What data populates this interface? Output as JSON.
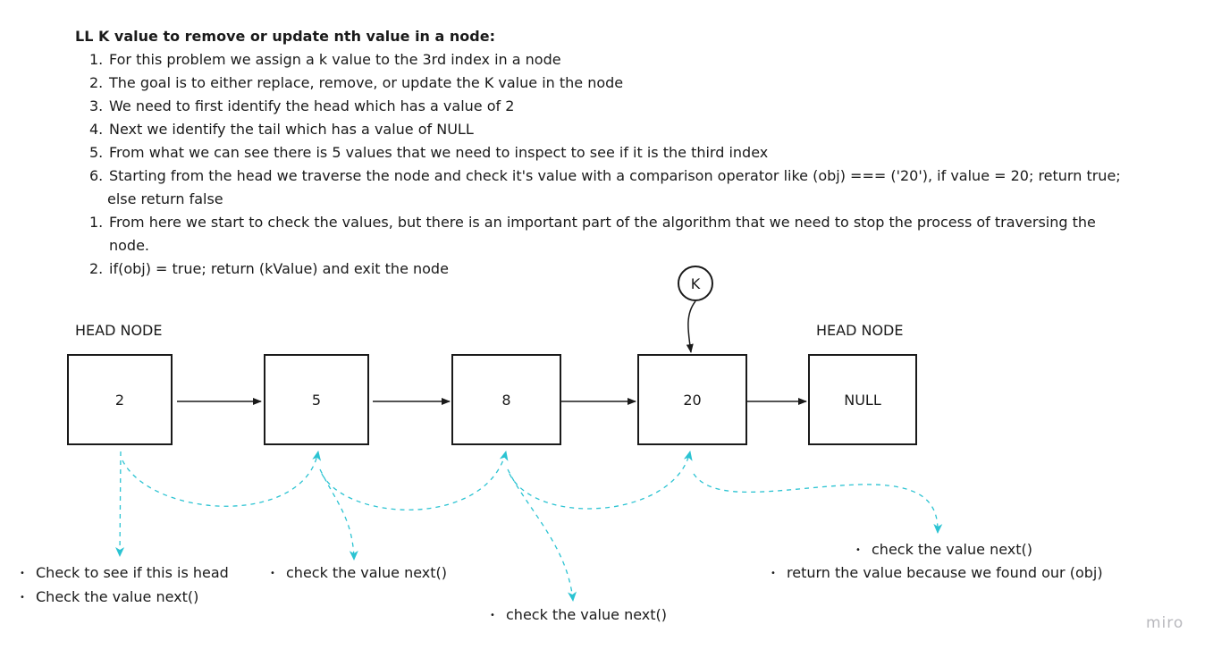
{
  "title": "LL K value to remove or update nth value in a node:",
  "steps": [
    {
      "num": "1.",
      "text": "For this problem we assign a k value to the 3rd index in a node"
    },
    {
      "num": "2.",
      "text": "The goal is to either replace, remove, or update the K value in the node"
    },
    {
      "num": "3.",
      "text": "We need to first identify the head which has a value of 2"
    },
    {
      "num": "4.",
      "text": "Next we identify the tail which has a value of NULL"
    },
    {
      "num": "5.",
      "text": "From what we can see there is 5 values that we need to inspect to see if it is the third index"
    },
    {
      "num": "6.",
      "text": "Starting from the head we traverse the node and check it's value with a comparison operator like  (obj) === ('20'), if value = 20; return true;",
      "cont": "else return false"
    },
    {
      "num": "1.",
      "text": "From here we start to check the values, but there is an important part of the algorithm that  we need to stop the process of traversing the",
      "cont": "node."
    },
    {
      "num": "2.",
      "text": "if(obj) = true; return (kValue) and exit the node"
    }
  ],
  "labels": {
    "head_left": "HEAD NODE",
    "head_right": "HEAD NODE"
  },
  "k_marker": "K",
  "nodes": [
    "2",
    "5",
    "8",
    "20",
    "NULL"
  ],
  "annotations": {
    "node1": [
      "Check to see if this is head",
      "Check the value next()"
    ],
    "node2": [
      "check the value next()"
    ],
    "node3": [
      "check the value next()"
    ],
    "node4": [
      "check the value next()",
      "return the value because we found our (obj)"
    ]
  },
  "colors": {
    "dashed_arrow": "#2bc3d2",
    "stroke": "#1a1a1a"
  },
  "logo": "miro"
}
